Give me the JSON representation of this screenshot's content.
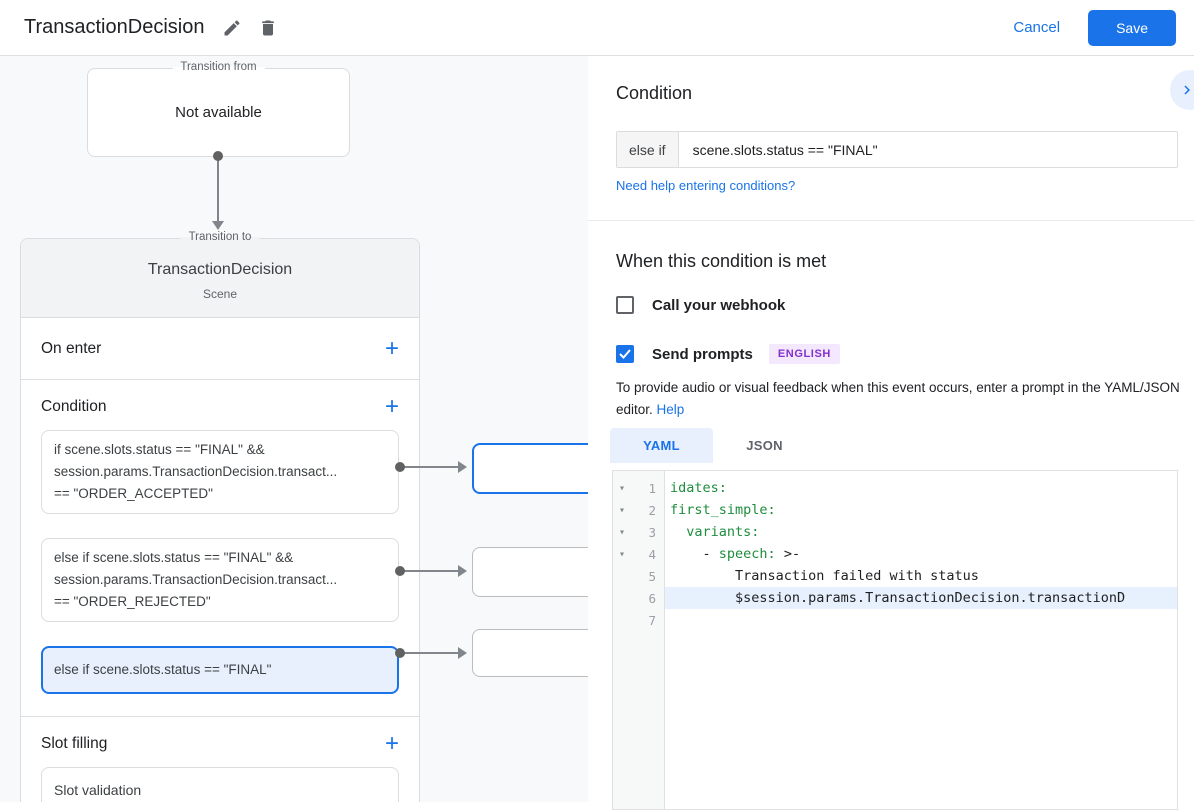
{
  "header": {
    "title": "TransactionDecision",
    "cancel_label": "Cancel",
    "save_label": "Save"
  },
  "canvas": {
    "transition_from": {
      "legend": "Transition from",
      "body": "Not available"
    },
    "card": {
      "legend": "Transition to",
      "title": "TransactionDecision",
      "subtitle": "Scene",
      "on_enter_label": "On enter",
      "condition_label": "Condition",
      "slot_filling_label": "Slot filling",
      "slot_validation_label": "Slot validation",
      "add_label": "+",
      "conditions": [
        {
          "selected": false,
          "lines": [
            "if scene.slots.status == \"FINAL\" &&",
            "session.params.TransactionDecision.transact...",
            "== \"ORDER_ACCEPTED\""
          ]
        },
        {
          "selected": false,
          "lines": [
            "else if scene.slots.status == \"FINAL\" &&",
            "session.params.TransactionDecision.transact...",
            "== \"ORDER_REJECTED\""
          ]
        },
        {
          "selected": true,
          "lines": [
            "else if scene.slots.status == \"FINAL\""
          ]
        }
      ]
    }
  },
  "panel": {
    "title": "Condition",
    "condition_prefix": "else if",
    "condition_value": "scene.slots.status == \"FINAL\"",
    "help_link": "Need help entering conditions?",
    "section_title": "When this condition is met",
    "webhook_label": "Call your webhook",
    "webhook_checked": false,
    "prompts_label": "Send prompts",
    "prompts_checked": true,
    "language_badge": "ENGLISH",
    "description": "To provide audio or visual feedback when this event occurs, enter a prompt in the YAML/JSON editor. ",
    "description_help_link": "Help",
    "tabs": [
      {
        "label": "YAML",
        "active": true
      },
      {
        "label": "JSON",
        "active": false
      }
    ],
    "editor": {
      "lines": [
        {
          "n": "1",
          "fold": true,
          "hl": false,
          "segs": [
            {
              "t": "idates:",
              "c": "key"
            }
          ]
        },
        {
          "n": "2",
          "fold": true,
          "hl": false,
          "segs": [
            {
              "t": "first_simple:",
              "c": "key"
            }
          ]
        },
        {
          "n": "3",
          "fold": true,
          "hl": false,
          "segs": [
            {
              "t": "  ",
              "c": "plain"
            },
            {
              "t": "variants:",
              "c": "key"
            }
          ]
        },
        {
          "n": "4",
          "fold": true,
          "hl": false,
          "segs": [
            {
              "t": "    - ",
              "c": "plain"
            },
            {
              "t": "speech:",
              "c": "key"
            },
            {
              "t": " >-",
              "c": "plain"
            }
          ]
        },
        {
          "n": "5",
          "fold": false,
          "hl": false,
          "segs": [
            {
              "t": "        Transaction failed with status",
              "c": "plain"
            }
          ]
        },
        {
          "n": "6",
          "fold": false,
          "hl": true,
          "segs": [
            {
              "t": "        $session.params.TransactionDecision.transactionD",
              "c": "plain"
            }
          ]
        },
        {
          "n": "7",
          "fold": false,
          "hl": false,
          "segs": []
        }
      ]
    }
  },
  "colors": {
    "accent": "#1a73e8",
    "selected_bg": "#e8f0fe",
    "badge_bg": "#f3e8fd",
    "badge_text": "#8430ce",
    "code_key_green": "#1e8e3e"
  }
}
